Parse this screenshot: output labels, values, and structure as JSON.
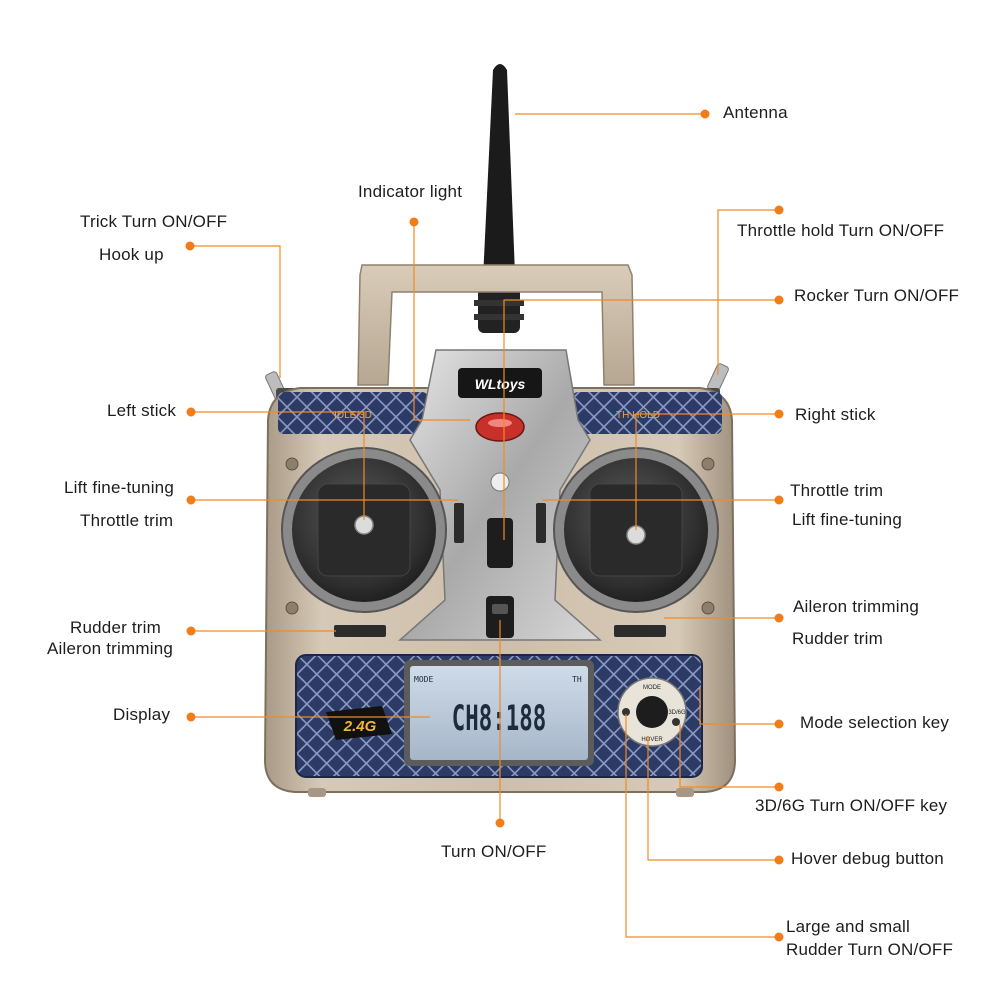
{
  "brand": {
    "logo_text": "WLtoys",
    "left_switch_text": "IDLE/3D",
    "right_switch_text": "TH HOLD",
    "band_badge": "2.4G"
  },
  "lcd": {
    "main_readout": "CH8:188",
    "small_left": "MODE",
    "small_right": "TH"
  },
  "mode_panel": {
    "mode_label": "MODE",
    "hover_label": "HOVER",
    "three_d_label": "3D/6G"
  },
  "callouts_left": [
    {
      "id": "trick-turn",
      "lines": [
        "Trick Turn ON/OFF"
      ]
    },
    {
      "id": "hook-up",
      "lines": [
        "Hook up"
      ]
    },
    {
      "id": "left-stick",
      "lines": [
        "Left stick"
      ]
    },
    {
      "id": "lift-fine-tuning-left",
      "lines": [
        "Lift fine-tuning"
      ]
    },
    {
      "id": "throttle-trim-left",
      "lines": [
        "Throttle trim"
      ]
    },
    {
      "id": "rudder-trim-left",
      "lines": [
        "Rudder trim"
      ]
    },
    {
      "id": "aileron-trimming-left",
      "lines": [
        "Aileron trimming"
      ]
    },
    {
      "id": "display",
      "lines": [
        "Display"
      ]
    }
  ],
  "callouts_top": [
    {
      "id": "indicator-light",
      "lines": [
        "Indicator light"
      ]
    },
    {
      "id": "antenna",
      "lines": [
        "Antenna"
      ]
    }
  ],
  "callouts_right": [
    {
      "id": "throttle-hold",
      "lines": [
        "Throttle hold Turn ON/OFF"
      ]
    },
    {
      "id": "rocker-turn",
      "lines": [
        "Rocker Turn ON/OFF"
      ]
    },
    {
      "id": "right-stick",
      "lines": [
        "Right stick"
      ]
    },
    {
      "id": "throttle-trim-right",
      "lines": [
        "Throttle trim"
      ]
    },
    {
      "id": "lift-fine-tuning-right",
      "lines": [
        "Lift fine-tuning"
      ]
    },
    {
      "id": "aileron-trimming-right",
      "lines": [
        "Aileron trimming"
      ]
    },
    {
      "id": "rudder-trim-right",
      "lines": [
        "Rudder trim"
      ]
    },
    {
      "id": "mode-selection-key",
      "lines": [
        "Mode selection key"
      ]
    },
    {
      "id": "three-d-six-g-key",
      "lines": [
        "3D/6G Turn ON/OFF key"
      ]
    },
    {
      "id": "hover-debug-button",
      "lines": [
        "Hover debug button"
      ]
    },
    {
      "id": "large-small-rudder",
      "lines": [
        "Large and small",
        "Rudder Turn ON/OFF"
      ]
    }
  ],
  "callouts_bottom": [
    {
      "id": "turn-on-off",
      "lines": [
        "Turn ON/OFF"
      ]
    }
  ],
  "colors": {
    "leader": "#f08a24",
    "dot": "#f07d1a",
    "body": "#c9bba6",
    "panel": "#2c3a66",
    "lcd": "#b9c7d8"
  }
}
